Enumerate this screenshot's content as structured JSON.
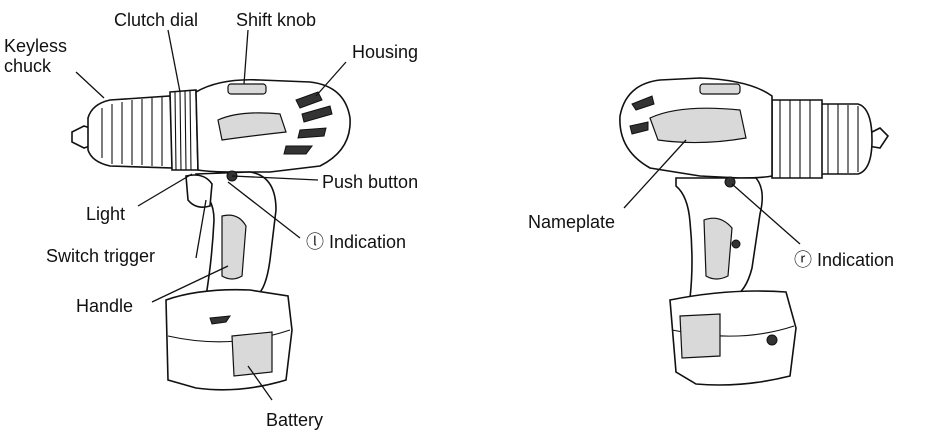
{
  "left_drill": {
    "labels": {
      "keyless_chuck": "Keyless\nchuck",
      "clutch_dial": "Clutch dial",
      "shift_knob": "Shift knob",
      "housing": "Housing",
      "push_button": "Push button",
      "light": "Light",
      "l_indication": "ⓛ Indication",
      "switch_trigger": "Switch trigger",
      "handle": "Handle",
      "battery": "Battery"
    }
  },
  "right_drill": {
    "labels": {
      "nameplate": "Nameplate",
      "r_indication": "ⓡ Indication"
    }
  }
}
